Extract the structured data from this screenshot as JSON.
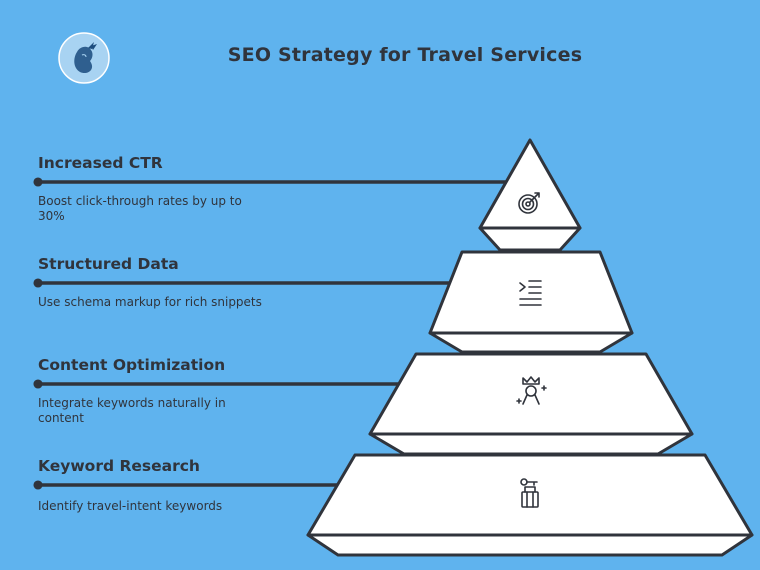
{
  "title": "SEO Strategy for Travel Services",
  "colors": {
    "background": "#5fb3ee",
    "ink": "#30343c",
    "fill": "#ffffff"
  },
  "levels": [
    {
      "label": "Increased CTR",
      "description": "Boost click-through rates by up to 30%",
      "icon": "target-icon"
    },
    {
      "label": "Structured Data",
      "description": "Use schema markup for rich snippets",
      "icon": "list-indent-icon"
    },
    {
      "label": "Content Optimization",
      "description": "Integrate keywords naturally in content",
      "icon": "crown-sparkle-icon"
    },
    {
      "label": "Keyword Research",
      "description": "Identify travel-intent keywords",
      "icon": "luggage-icon"
    }
  ]
}
